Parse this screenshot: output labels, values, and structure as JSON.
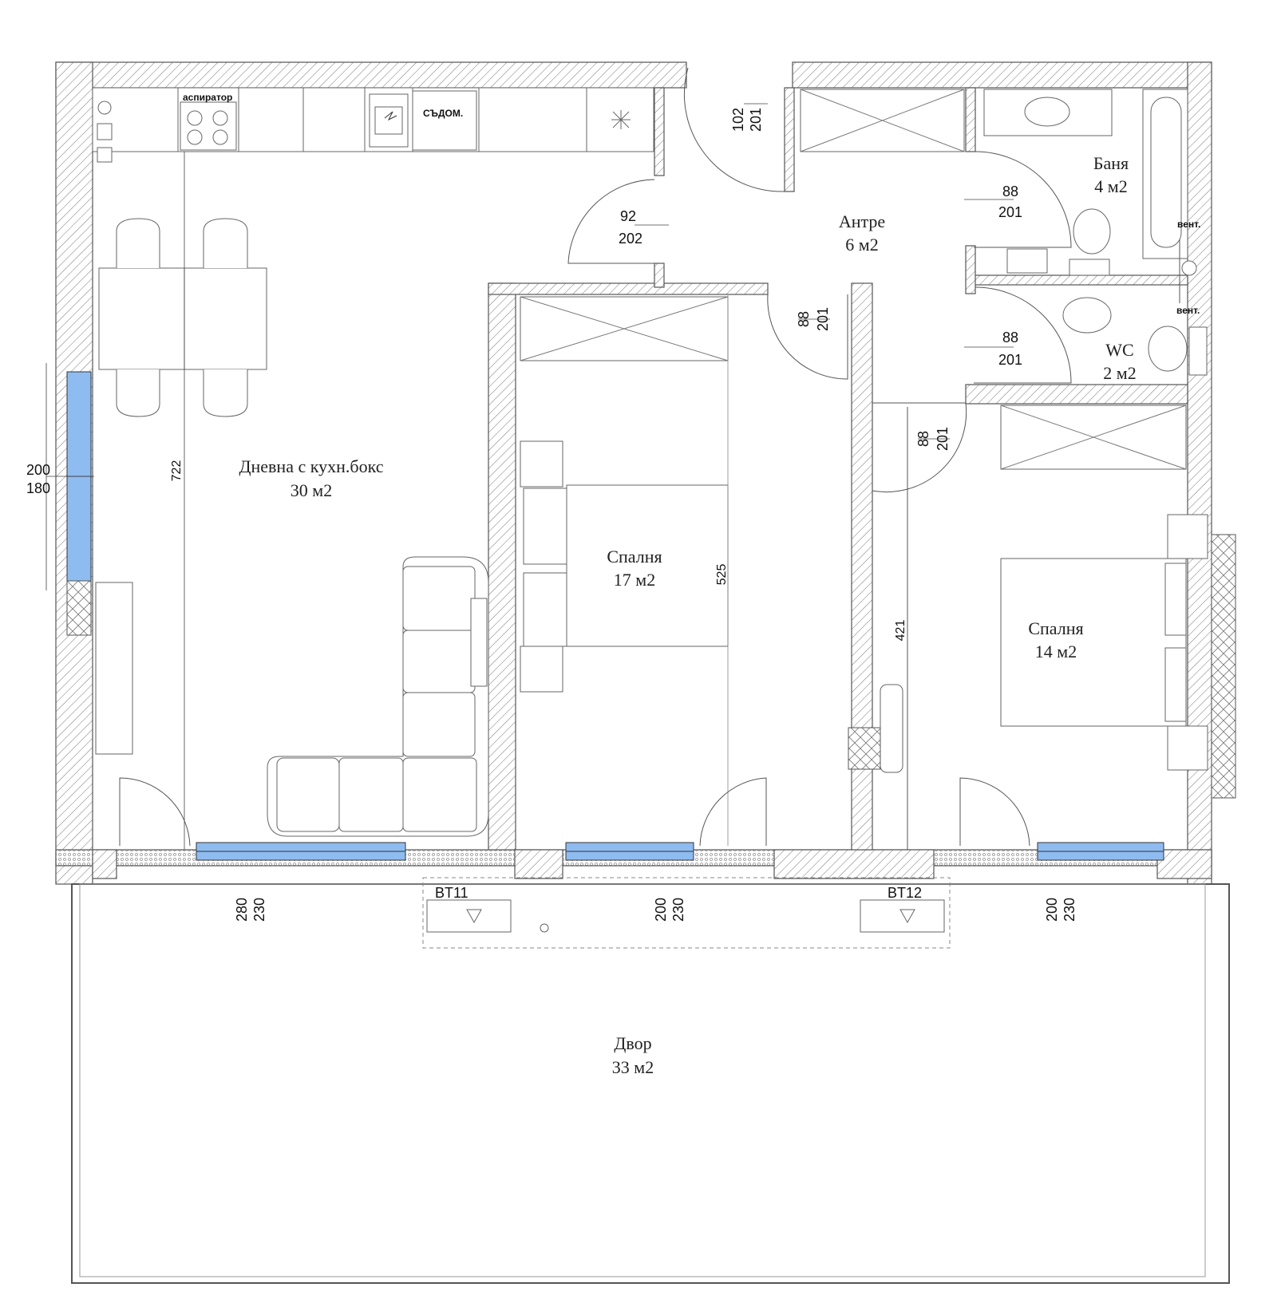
{
  "rooms": {
    "living": {
      "name": "Дневна с кухн.бокс",
      "area": "30 м2"
    },
    "bedroom1": {
      "name": "Спалня",
      "area": "17 м2"
    },
    "bedroom2": {
      "name": "Спалня",
      "area": "14 м2"
    },
    "hall": {
      "name": "Антре",
      "area": "6 м2"
    },
    "bath": {
      "name": "Баня",
      "area": "4 м2"
    },
    "wc": {
      "name": "WC",
      "area": "2 м2"
    },
    "yard": {
      "name": "Двор",
      "area": "33 м2"
    }
  },
  "kitchen_labels": {
    "hood": "аспиратор",
    "dishwasher": "СЪДОМ."
  },
  "vent_labels": {
    "vent_top": "вент.",
    "vent_bottom": "вент."
  },
  "drain_labels": {
    "bt11": "BT11",
    "bt12": "BT12"
  },
  "doors": {
    "entrance": {
      "width": "102",
      "height": "201"
    },
    "living_door": {
      "width": "92",
      "height": "202"
    },
    "bath_door": {
      "width": "88",
      "height": "201"
    },
    "wc_door": {
      "width": "88",
      "height": "201"
    },
    "bedroom1_door": {
      "width": "88",
      "height": "201"
    },
    "bedroom2_door": {
      "width": "88",
      "height": "201"
    }
  },
  "windows": {
    "living_side": {
      "width": "200",
      "height": "180"
    },
    "living_front": {
      "width": "280",
      "height": "230"
    },
    "bedroom1_front": {
      "width": "200",
      "height": "230"
    },
    "bedroom2_front": {
      "width": "200",
      "height": "230"
    }
  },
  "dimensions": {
    "living_depth": "722",
    "bedroom1_depth": "525",
    "bedroom2_depth": "421"
  }
}
